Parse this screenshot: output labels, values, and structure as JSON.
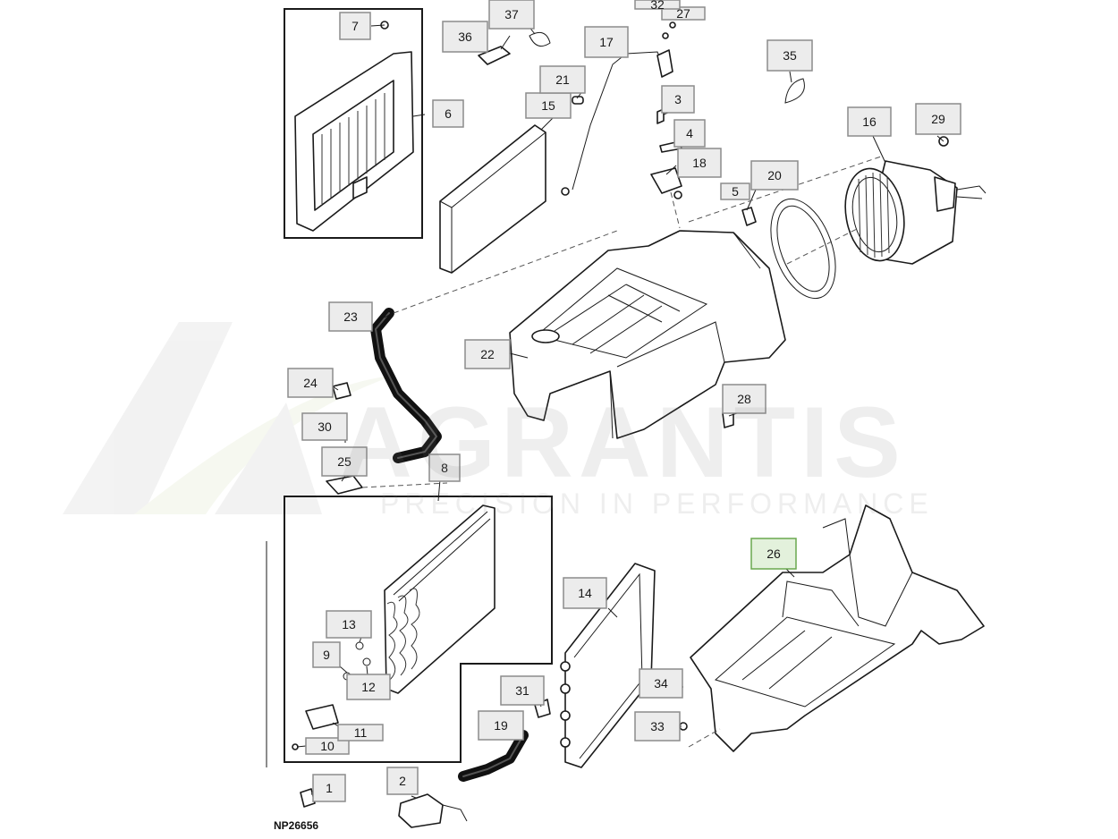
{
  "diagram": {
    "reference_code": "NP26656",
    "callouts": [
      "1",
      "2",
      "3",
      "4",
      "5",
      "6",
      "7",
      "8",
      "9",
      "10",
      "11",
      "12",
      "13",
      "14",
      "15",
      "16",
      "17",
      "18",
      "19",
      "20",
      "21",
      "22",
      "23",
      "24",
      "25",
      "26",
      "27",
      "28",
      "29",
      "30",
      "31",
      "32",
      "33",
      "34",
      "35",
      "36",
      "37"
    ],
    "highlighted": "26"
  },
  "watermark": {
    "brand": "AGRANTIS",
    "tagline": "PRECISION IN PERFORMANCE"
  },
  "colors": {
    "highlight": "#6aa84f",
    "callout_fill": "#ececec",
    "line": "#1a1a1a"
  }
}
